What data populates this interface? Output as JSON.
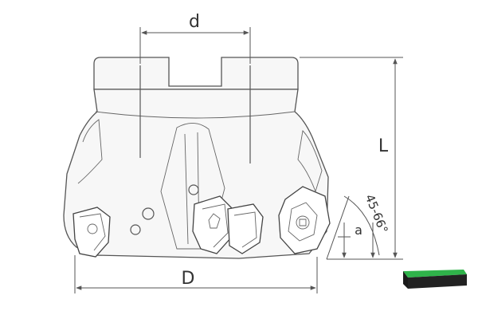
{
  "diagram": {
    "labels": {
      "bore_diameter": "d",
      "cutter_diameter": "D",
      "length": "L",
      "angle": "a",
      "angle_range": "45-66°"
    },
    "colors": {
      "line": "#555555",
      "insert_top": "#2fb34a",
      "insert_side": "#222222"
    }
  }
}
